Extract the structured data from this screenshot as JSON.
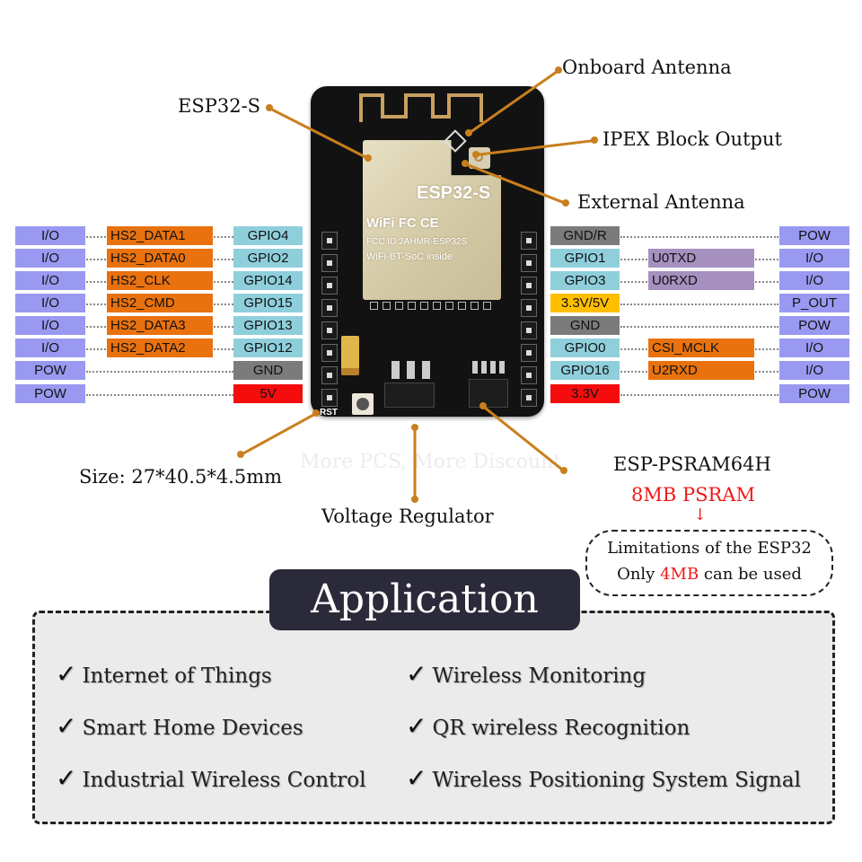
{
  "callouts": {
    "esp32s": "ESP32-S",
    "onboard_antenna": "Onboard  Antenna",
    "ipex": "IPEX Block Output",
    "external_antenna": "External Antenna",
    "size": "Size: 27*40.5*4.5mm",
    "voltage_regulator": "Voltage Regulator",
    "psram_chip": "ESP-PSRAM64H",
    "psram_size": "8MB PSRAM",
    "psram_arrow": "↓",
    "limit_line1": "Limitations of the ESP32",
    "limit_line2_pre": "Only ",
    "limit_line2_hl": "4MB",
    "limit_line2_post": " can be used",
    "watermark": "More PCS, More Discount"
  },
  "board": {
    "module_text": "ESP32-S",
    "cert_text": "WiFi  FC CE",
    "fcc_id": "FCC ID:2AHMR-ESP32S",
    "soc_text": "WiFi-BT-SoC inside",
    "rst_label": "RST"
  },
  "left_pins": [
    {
      "type": "I/O",
      "func": "HS2_DATA1",
      "gpio": "GPIO4",
      "gpio_kind": "gp"
    },
    {
      "type": "I/O",
      "func": "HS2_DATA0",
      "gpio": "GPIO2",
      "gpio_kind": "gp"
    },
    {
      "type": "I/O",
      "func": "HS2_CLK",
      "gpio": "GPIO14",
      "gpio_kind": "gp"
    },
    {
      "type": "I/O",
      "func": "HS2_CMD",
      "gpio": "GPIO15",
      "gpio_kind": "gp"
    },
    {
      "type": "I/O",
      "func": "HS2_DATA3",
      "gpio": "GPIO13",
      "gpio_kind": "gp"
    },
    {
      "type": "I/O",
      "func": "HS2_DATA2",
      "gpio": "GPIO12",
      "gpio_kind": "gp"
    },
    {
      "type": "POW",
      "func": "",
      "gpio": "GND",
      "gpio_kind": "gnd"
    },
    {
      "type": "POW",
      "func": "",
      "gpio": "5V",
      "gpio_kind": "red"
    }
  ],
  "right_pins": [
    {
      "gpio": "GND/R",
      "gpio_kind": "gnd",
      "func": "",
      "func_kind": "",
      "type": "POW"
    },
    {
      "gpio": "GPIO1",
      "gpio_kind": "gp",
      "func": "U0TXD",
      "func_kind": "pu",
      "type": "I/O"
    },
    {
      "gpio": "GPIO3",
      "gpio_kind": "gp",
      "func": "U0RXD",
      "func_kind": "pu",
      "type": "I/O"
    },
    {
      "gpio": "3.3V/5V",
      "gpio_kind": "yel",
      "func": "",
      "func_kind": "",
      "type": "P_OUT"
    },
    {
      "gpio": "GND",
      "gpio_kind": "gnd",
      "func": "",
      "func_kind": "",
      "type": "POW"
    },
    {
      "gpio": "GPIO0",
      "gpio_kind": "gp",
      "func": "CSI_MCLK",
      "func_kind": "hs",
      "type": "I/O"
    },
    {
      "gpio": "GPIO16",
      "gpio_kind": "gp",
      "func": "U2RXD",
      "func_kind": "hs",
      "type": "I/O"
    },
    {
      "gpio": "3.3V",
      "gpio_kind": "red",
      "func": "",
      "func_kind": "",
      "type": "POW"
    }
  ],
  "application": {
    "title": "Application",
    "check_icon": "✓",
    "items": [
      "Internet of Things",
      "Wireless Monitoring",
      "Smart Home Devices",
      "QR wireless Recognition",
      "Industrial Wireless Control",
      "Wireless Positioning System Signal"
    ]
  },
  "colors": {
    "io": "#9999f2",
    "hs": "#e9720e",
    "gpio": "#8fcfdc",
    "gnd": "#7b7b7b",
    "power_red": "#f50d0d",
    "power_yellow": "#ffbf00",
    "uart": "#a690c0",
    "leader": "#c87f1c",
    "highlight_red": "#f01818",
    "app_title_bg": "#2a2a3a"
  }
}
